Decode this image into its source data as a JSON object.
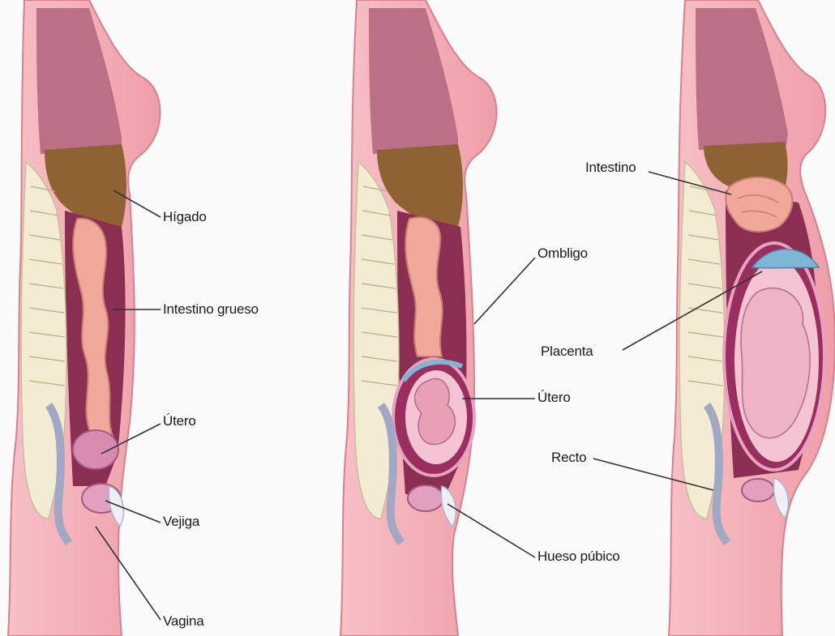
{
  "labels": {
    "higado": "Hígado",
    "intestino_grueso": "Intestino grueso",
    "utero_1": "Útero",
    "vejiga": "Vejiga",
    "vagina": "Vagina",
    "ombligo": "Ombligo",
    "utero_2": "Útero",
    "hueso_pubico": "Hueso púbico",
    "intestino": "Intestino",
    "placenta": "Placenta",
    "recto": "Recto"
  },
  "colors": {
    "skin": "#f2aab4",
    "skin_outline": "#d8808e",
    "chest_cavity": "#bc7086",
    "liver": "#8f6234",
    "intestine": "#f0a898",
    "abdomen_cavity": "#8a2f52",
    "spine": "#f3ecd2",
    "bladder_uterus": "#d88ab0",
    "placenta": "#7eb6d6",
    "fetus": "#f4c4d4"
  }
}
